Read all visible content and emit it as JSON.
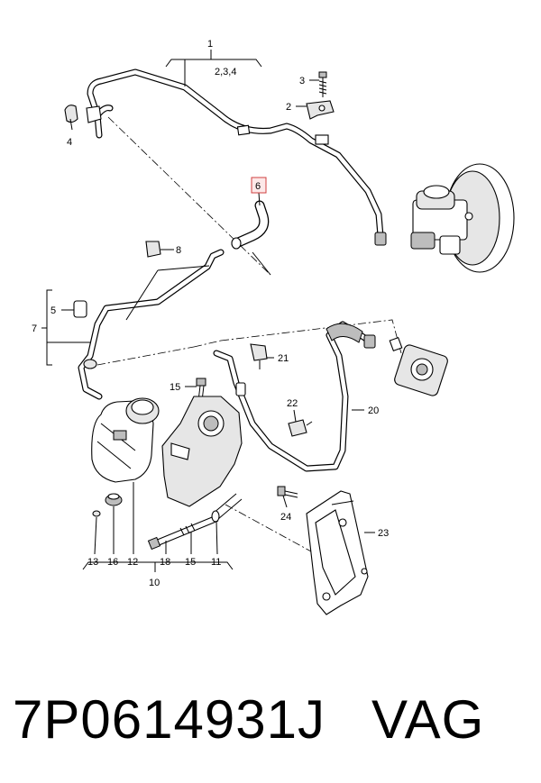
{
  "callouts": {
    "c1": "1",
    "c234": "2,3,4",
    "c3": "3",
    "c2": "2",
    "c4": "4",
    "c6": "6",
    "c8": "8",
    "c5": "5",
    "c7": "7",
    "c21": "21",
    "c15": "15",
    "c22": "22",
    "c20": "20",
    "c24": "24",
    "c23": "23",
    "b13": "13",
    "b16": "16",
    "b12": "12",
    "b18": "18",
    "b15": "15",
    "b11": "11",
    "c10": "10"
  },
  "footer": {
    "part_number": "7P0614931J",
    "brand": "VAG"
  },
  "colors": {
    "highlight_fill": "#fde8e8",
    "highlight_stroke": "#d04040"
  }
}
